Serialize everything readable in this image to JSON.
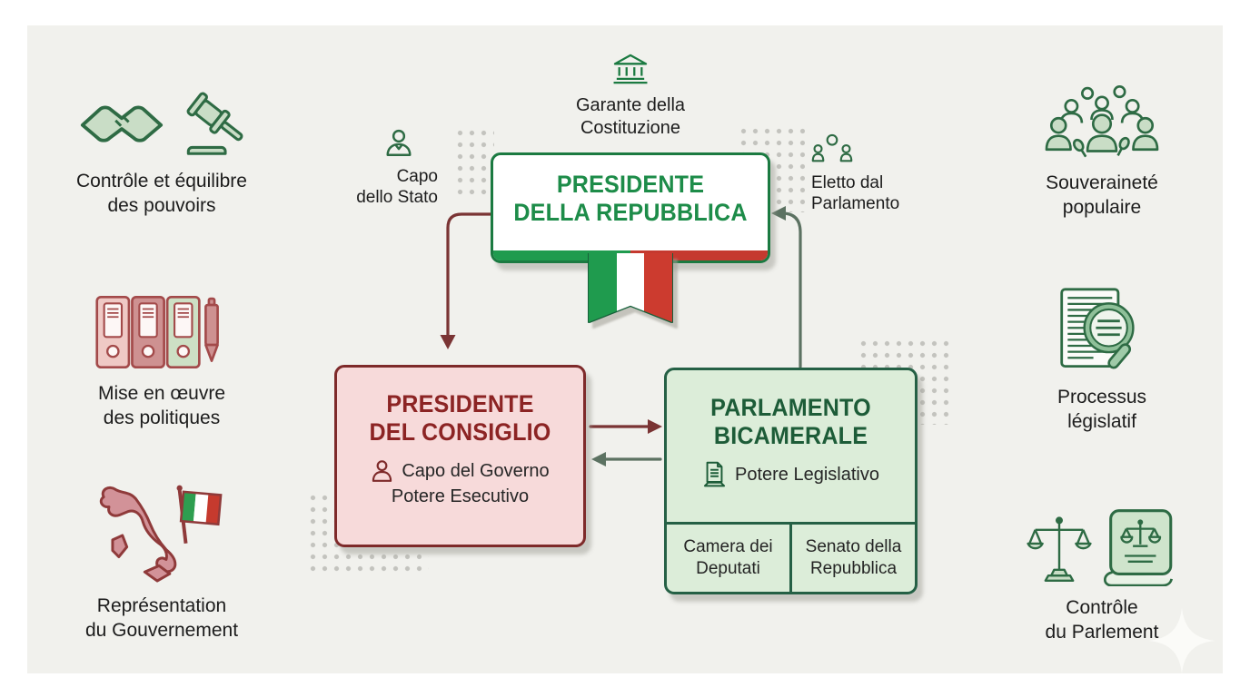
{
  "president_box": {
    "title_line1": "PRESIDENTE",
    "title_line2": "DELLA REPUBBLICA"
  },
  "garante_note": {
    "line1": "Garante della",
    "line2": "Costituzione",
    "icon": "bank-icon"
  },
  "capo_note": {
    "line1": "Capo",
    "line2": "dello Stato",
    "icon": "person-bust-icon"
  },
  "eletto_note": {
    "line1": "Eletto dal",
    "line2": "Parlamento",
    "icon": "people-group-icon"
  },
  "consiglio_box": {
    "title_line1": "PRESIDENTE",
    "title_line2": "DEL CONSIGLIO",
    "role_line1": "Capo del Governo",
    "role_line2": "Potere Esecutivo",
    "role_icon": "person-icon"
  },
  "parlamento_box": {
    "title_line1": "PARLAMENTO",
    "title_line2": "BICAMERALE",
    "role": "Potere Legislativo",
    "role_icon": "document-icon",
    "chamber_left_line1": "Camera dei",
    "chamber_left_line2": "Deputati",
    "chamber_right_line1": "Senato della",
    "chamber_right_line2": "Repubblica"
  },
  "left_items": [
    {
      "line1": "Contrôle et équilibre",
      "line2": "des pouvoirs",
      "icons": [
        "handshake-icon",
        "gavel-icon"
      ]
    },
    {
      "line1": "Mise en œuvre",
      "line2": "des politiques",
      "icons": [
        "binders-icon",
        "pen-icon"
      ]
    },
    {
      "line1": "Représentation",
      "line2": "du Gouvernement",
      "icons": [
        "italy-map-icon",
        "italian-flag-icon"
      ]
    }
  ],
  "right_items": [
    {
      "line1": "Souveraineté",
      "line2": "populaire",
      "icons": [
        "crowd-icon",
        "microphone-icon"
      ]
    },
    {
      "line1": "Processus",
      "line2": "législatif",
      "icons": [
        "document-magnifier-icon"
      ]
    },
    {
      "line1": "Contrôle",
      "line2": "du Parlement",
      "icons": [
        "scales-icon",
        "law-book-icon"
      ]
    }
  ],
  "colors": {
    "background": "#f1f1ed",
    "green_border": "#1b7a41",
    "green_title": "#1d8c49",
    "green_dark": "#1d5c38",
    "green_box_fill": "#dcedd9",
    "red_border": "#7e2a2a",
    "red_title": "#8c2424",
    "red_box_fill": "#f7dada",
    "flag_green": "#1f9b4e",
    "flag_red": "#c5392f",
    "arrow_red": "#7a3434",
    "arrow_green": "#5c7262",
    "text_dark": "#1f1f1f"
  }
}
